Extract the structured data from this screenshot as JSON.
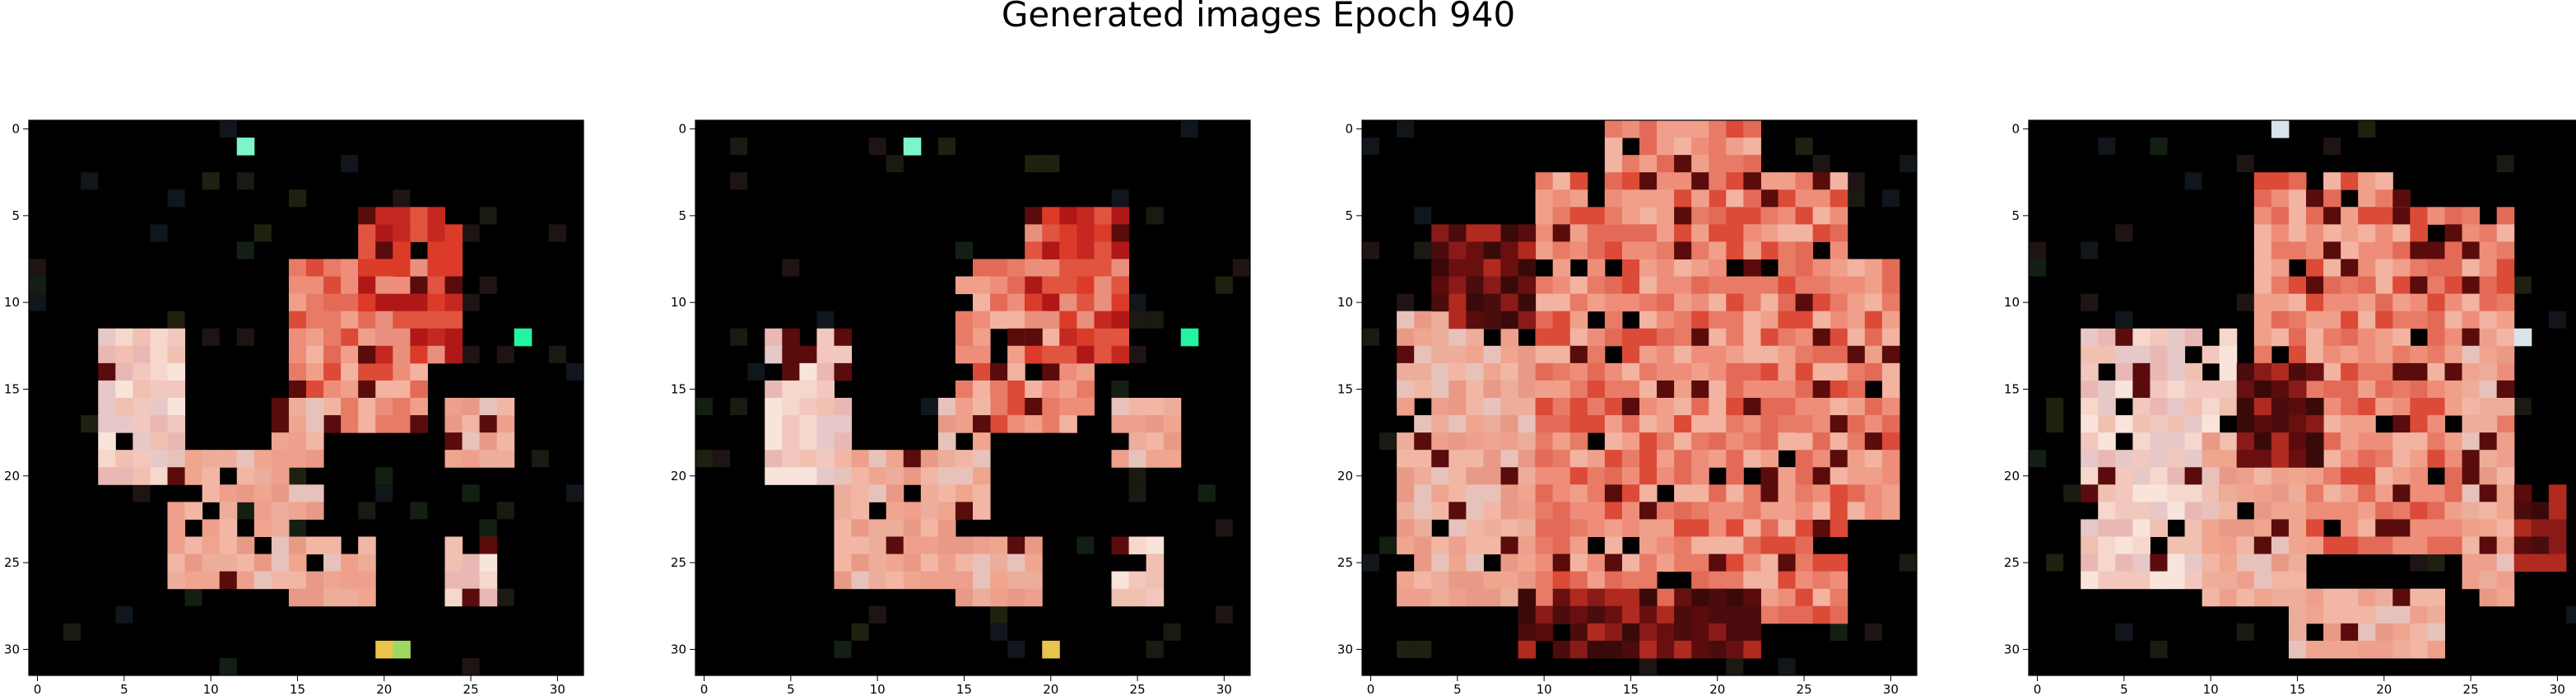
{
  "figure": {
    "title": "Generated images Epoch 940"
  },
  "chart_data": {
    "type": "heatmap",
    "title": "Generated images Epoch 940",
    "xlabel": "",
    "ylabel": "",
    "image_grid": [
      32,
      32
    ],
    "xlim": [
      -0.5,
      31.5
    ],
    "ylim": [
      31.5,
      -0.5
    ],
    "xticks": [
      0,
      5,
      10,
      15,
      20,
      25,
      30
    ],
    "yticks": [
      0,
      5,
      10,
      15,
      20,
      25,
      30
    ],
    "background_color": "#000000",
    "palette": [
      "#f0a58f",
      "#e8907d",
      "#f2b7a4",
      "#e8c4c0",
      "#dc3b2a",
      "#b01818",
      "#6a0f10",
      "#3a0a0a",
      "#f5e2d6",
      "#d9e3ea",
      "#7df5c8",
      "#22f5a0",
      "#e8c44a",
      "#9ed860",
      "#3f6a2a",
      "#5b7aa0",
      "#1a1a12"
    ],
    "panels": [
      {
        "index": 1,
        "blocks": [
          {
            "x": 4,
            "y": 12,
            "w": 5,
            "h": 9,
            "shade": "pink-light"
          },
          {
            "x": 8,
            "y": 19,
            "w": 7,
            "h": 8,
            "shade": "pink"
          },
          {
            "x": 15,
            "y": 8,
            "w": 8,
            "h": 10,
            "shade": "salmon-red"
          },
          {
            "x": 19,
            "y": 5,
            "w": 6,
            "h": 9,
            "shade": "red"
          },
          {
            "x": 14,
            "y": 16,
            "w": 3,
            "h": 7,
            "shade": "pink"
          },
          {
            "x": 24,
            "y": 16,
            "w": 4,
            "h": 4,
            "shade": "pink"
          },
          {
            "x": 15,
            "y": 24,
            "w": 5,
            "h": 4,
            "shade": "pink"
          },
          {
            "x": 24,
            "y": 24,
            "w": 3,
            "h": 4,
            "shade": "pink-light"
          }
        ]
      },
      {
        "index": 2,
        "blocks": [
          {
            "x": 4,
            "y": 12,
            "w": 5,
            "h": 9,
            "shade": "pink-light"
          },
          {
            "x": 8,
            "y": 19,
            "w": 7,
            "h": 8,
            "shade": "pink"
          },
          {
            "x": 15,
            "y": 8,
            "w": 8,
            "h": 10,
            "shade": "salmon-red"
          },
          {
            "x": 19,
            "y": 5,
            "w": 6,
            "h": 9,
            "shade": "red"
          },
          {
            "x": 14,
            "y": 16,
            "w": 3,
            "h": 7,
            "shade": "pink"
          },
          {
            "x": 24,
            "y": 16,
            "w": 4,
            "h": 4,
            "shade": "pink"
          },
          {
            "x": 15,
            "y": 24,
            "w": 5,
            "h": 4,
            "shade": "pink"
          },
          {
            "x": 24,
            "y": 24,
            "w": 3,
            "h": 4,
            "shade": "pink-light"
          }
        ]
      },
      {
        "index": 3,
        "blocks": [
          {
            "x": 2,
            "y": 11,
            "w": 10,
            "h": 17,
            "shade": "pink"
          },
          {
            "x": 10,
            "y": 3,
            "w": 18,
            "h": 26,
            "shade": "salmon-red"
          },
          {
            "x": 14,
            "y": 0,
            "w": 9,
            "h": 8,
            "shade": "salmon-red"
          },
          {
            "x": 4,
            "y": 6,
            "w": 6,
            "h": 6,
            "shade": "dark-red"
          },
          {
            "x": 24,
            "y": 8,
            "w": 7,
            "h": 15,
            "shade": "salmon-red"
          },
          {
            "x": 9,
            "y": 27,
            "w": 14,
            "h": 4,
            "shade": "dark-red"
          }
        ]
      },
      {
        "index": 4,
        "blocks": [
          {
            "x": 3,
            "y": 12,
            "w": 9,
            "h": 15,
            "shade": "pink-light"
          },
          {
            "x": 10,
            "y": 18,
            "w": 6,
            "h": 10,
            "shade": "pink"
          },
          {
            "x": 13,
            "y": 3,
            "w": 9,
            "h": 11,
            "shade": "salmon-red"
          },
          {
            "x": 16,
            "y": 5,
            "w": 12,
            "h": 20,
            "shade": "salmon-red"
          },
          {
            "x": 12,
            "y": 14,
            "w": 5,
            "h": 6,
            "shade": "dark-red"
          },
          {
            "x": 25,
            "y": 12,
            "w": 3,
            "h": 16,
            "shade": "pink"
          },
          {
            "x": 28,
            "y": 21,
            "w": 3,
            "h": 5,
            "shade": "dark-red"
          },
          {
            "x": 15,
            "y": 27,
            "w": 9,
            "h": 4,
            "shade": "pink"
          }
        ]
      }
    ],
    "accent_pixels": [
      {
        "panel": 1,
        "x": 12,
        "y": 1,
        "color": "#7df5c8"
      },
      {
        "panel": 1,
        "x": 28,
        "y": 12,
        "color": "#22f5a0"
      },
      {
        "panel": 1,
        "x": 20,
        "y": 30,
        "color": "#e8c44a"
      },
      {
        "panel": 1,
        "x": 21,
        "y": 30,
        "color": "#9ed860"
      },
      {
        "panel": 2,
        "x": 12,
        "y": 1,
        "color": "#7df5c8"
      },
      {
        "panel": 2,
        "x": 28,
        "y": 12,
        "color": "#22f5a0"
      },
      {
        "panel": 2,
        "x": 20,
        "y": 30,
        "color": "#e8c44a"
      },
      {
        "panel": 4,
        "x": 14,
        "y": 0,
        "color": "#d9e3ea"
      },
      {
        "panel": 4,
        "x": 28,
        "y": 12,
        "color": "#d9e3ea"
      }
    ]
  }
}
